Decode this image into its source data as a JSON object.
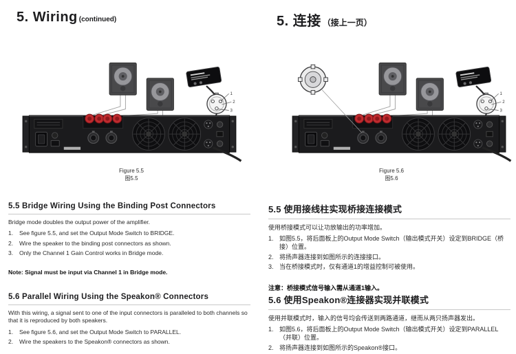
{
  "xlr_pins": [
    "1",
    "2",
    "3"
  ],
  "left": {
    "title": "5. Wiring",
    "title_note": "(continued)",
    "figure_caption": [
      "Figure 5.5",
      "图5.5"
    ],
    "s55": {
      "heading": "5.5 Bridge Wiring Using the Binding Post Connectors",
      "intro": "Bridge mode doubles the output power of the amplifier.",
      "steps": [
        {
          "num": "1.",
          "text": "See figure 5.5, and set the Output Mode Switch to BRIDGE."
        },
        {
          "num": "2.",
          "text": "Wire the speaker to the binding post connectors as shown."
        },
        {
          "num": "3.",
          "text": "Only the Channel 1 Gain Control works in Bridge mode."
        }
      ],
      "note": "Note: Signal must be input via Channel 1 in Bridge mode."
    },
    "s56": {
      "heading": "5.6 Parallel Wiring Using the Speakon® Connectors",
      "intro": "With this wiring, a signal sent to one of the input connectors is paralleled to both channels so that it is reproduced by both speakers.",
      "steps": [
        {
          "num": "1.",
          "text": "See figure 5.6, and set the Output Mode Switch to PARALLEL."
        },
        {
          "num": "2.",
          "text": "Wire the speakers to the Speakon® connectors as shown."
        }
      ]
    }
  },
  "right": {
    "title": "5. 连接",
    "title_note": "（接上一页）",
    "figure_caption": [
      "Figure 5.6",
      "图5.6"
    ],
    "s55": {
      "heading": "5.5 使用接线柱实现桥接连接模式",
      "intro": "使用桥接模式可以让功放输出的功率增加。",
      "steps": [
        {
          "num": "1.",
          "text": "如图5.5，将后面板上的Output Mode Switch（输出模式开关）设定到BRIDGE（桥接）位置。"
        },
        {
          "num": "2.",
          "text": "将扬声器连接到如图所示的连接接口。"
        },
        {
          "num": "3.",
          "text": "当在桥接模式时，仅有通道1的增益控制可被使用。"
        }
      ],
      "note": "注意：桥接模式信号输入需从通道1输入。"
    },
    "s56": {
      "heading": "5.6 使用Speakon®连接器实现并联模式",
      "intro": "使用并联模式时，输入的信号均会传送到两路通道，继而从两只扬声器发出。",
      "steps": [
        {
          "num": "1.",
          "text": "如图5.6，将后面板上的Output Mode Switch（输出模式开关）设定到PARALLEL（并联）位置。"
        },
        {
          "num": "2.",
          "text": "将扬声器连接到如图所示的Speakon®接口。"
        }
      ]
    }
  }
}
